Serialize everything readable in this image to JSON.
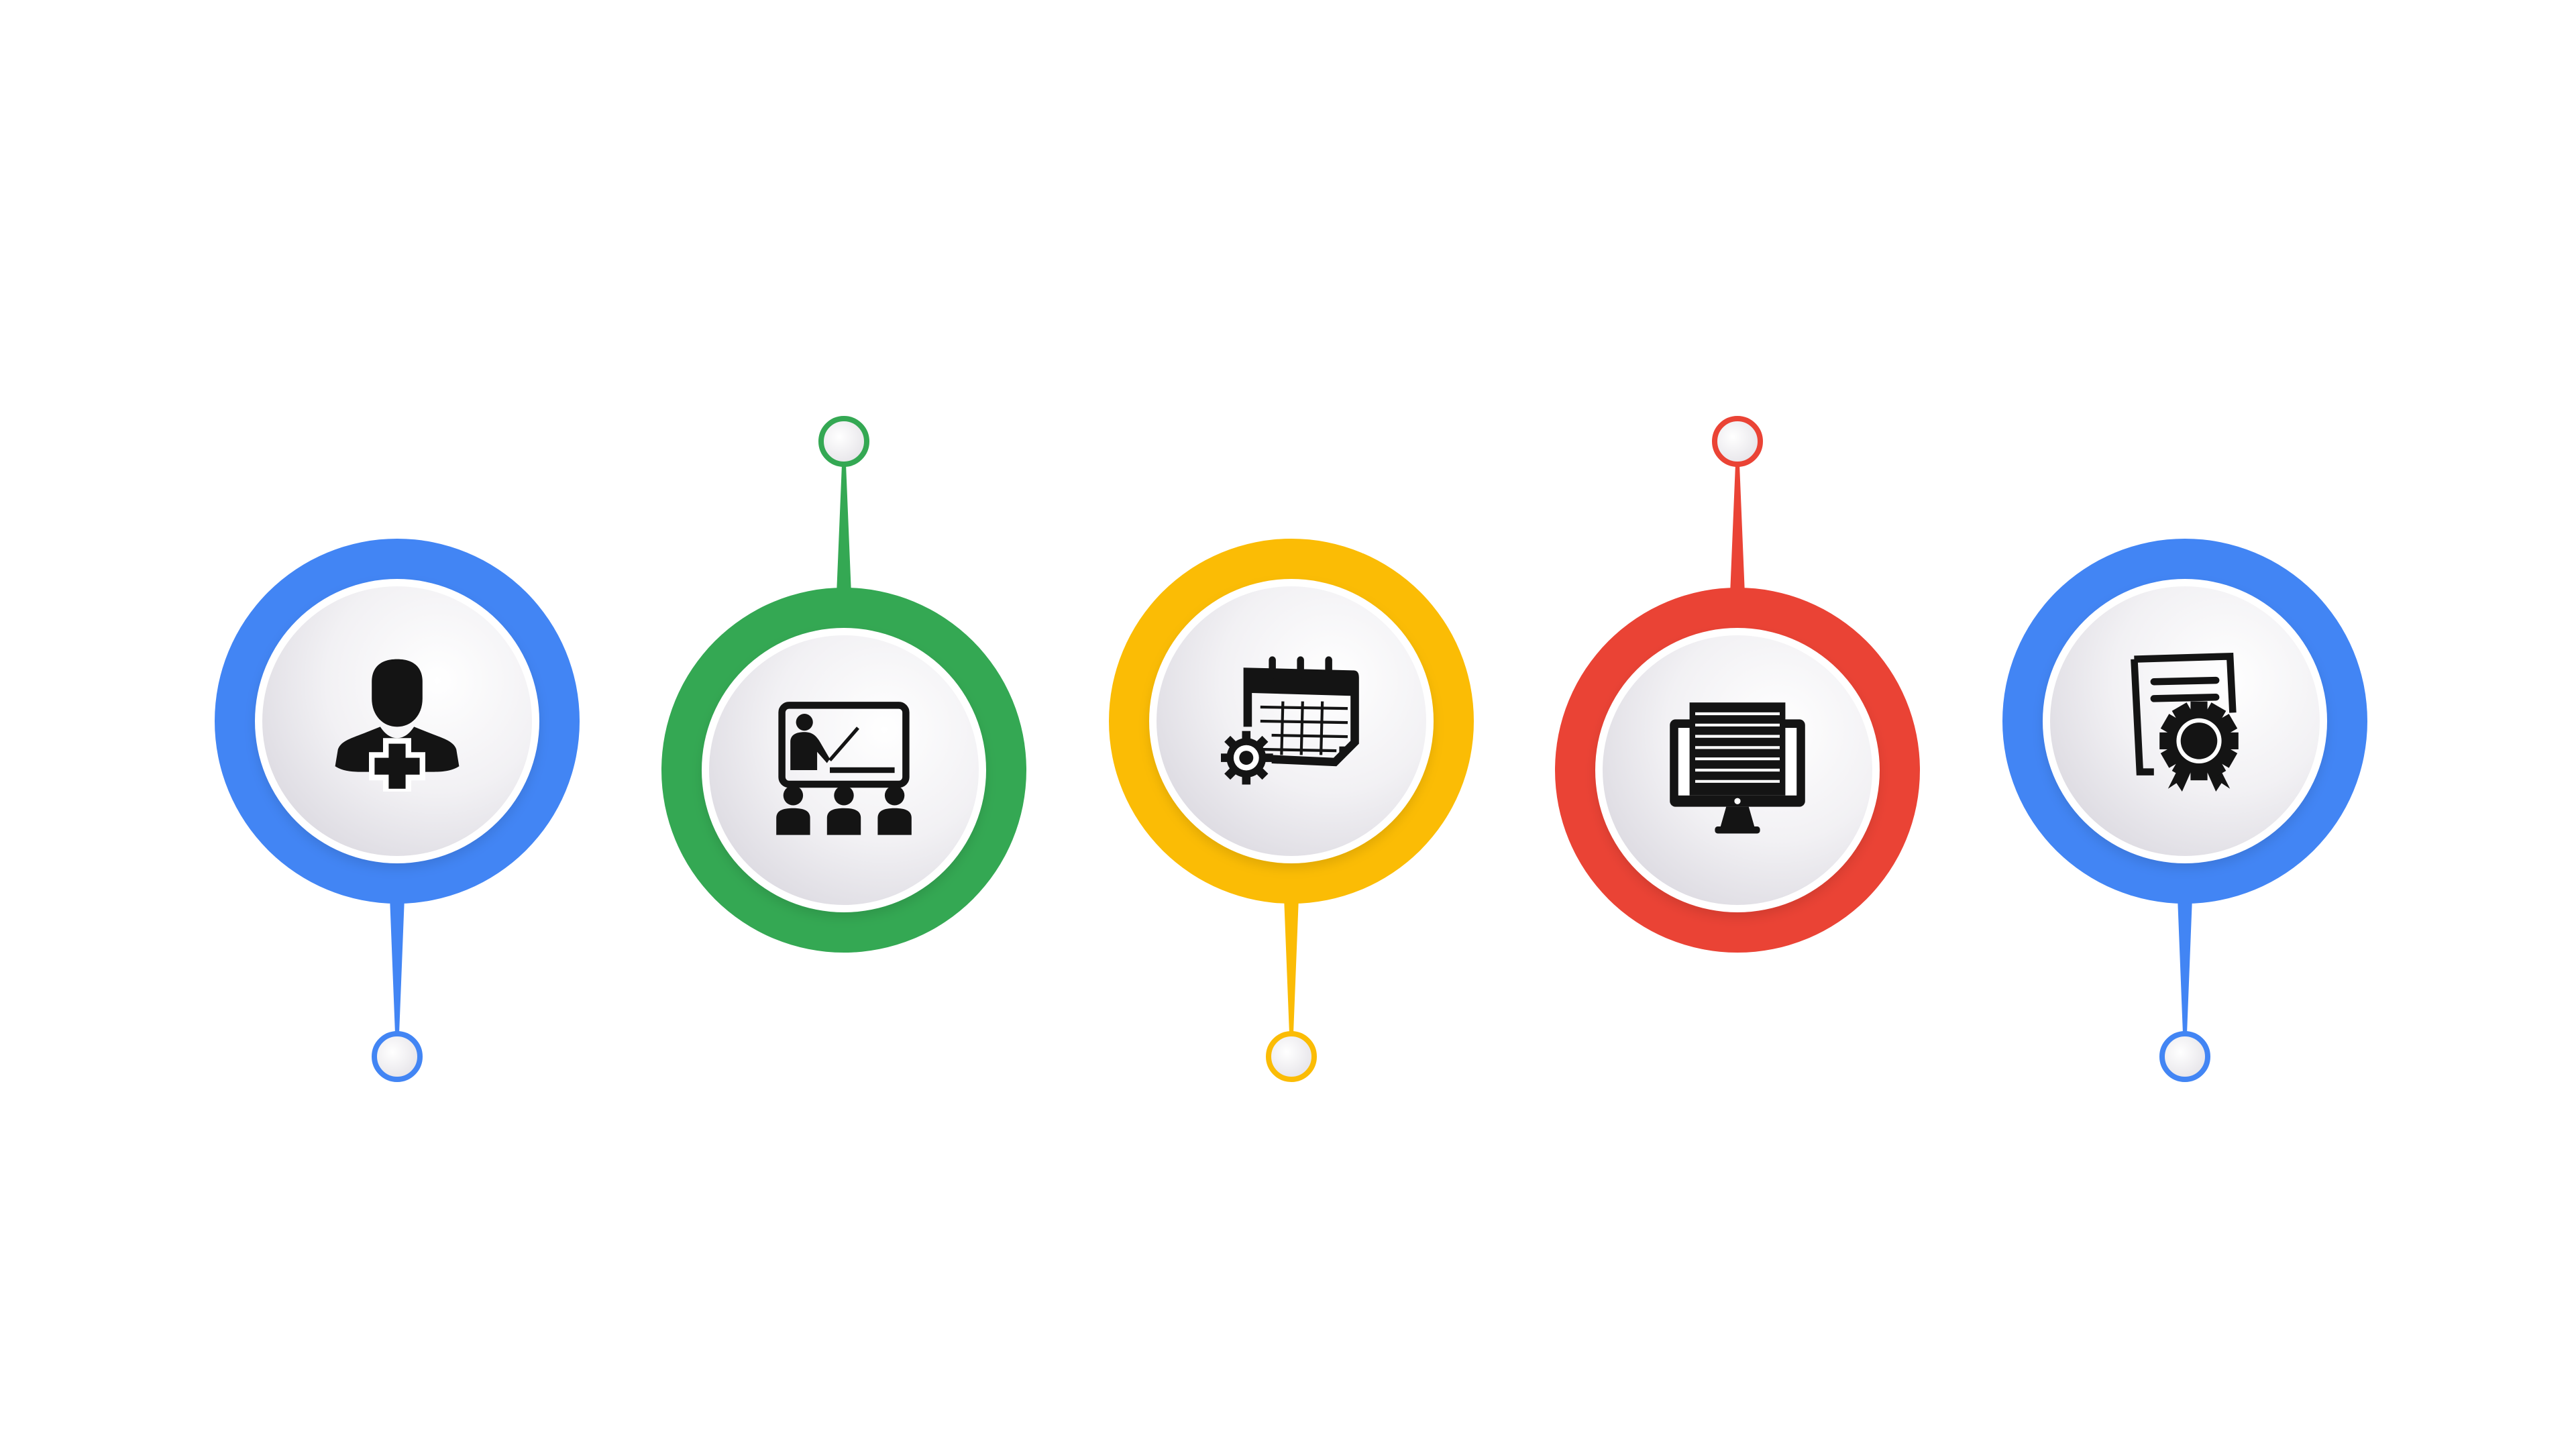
{
  "steps": [
    {
      "color": "#4285F4",
      "icon": "user-add-icon",
      "connector": "bottom"
    },
    {
      "color": "#34A853",
      "icon": "presentation-icon",
      "connector": "top"
    },
    {
      "color": "#FBBC05",
      "icon": "calendar-settings-icon",
      "connector": "bottom"
    },
    {
      "color": "#EA4335",
      "icon": "monitor-document-icon",
      "connector": "top"
    },
    {
      "color": "#4285F4",
      "icon": "certificate-icon",
      "connector": "bottom"
    }
  ]
}
